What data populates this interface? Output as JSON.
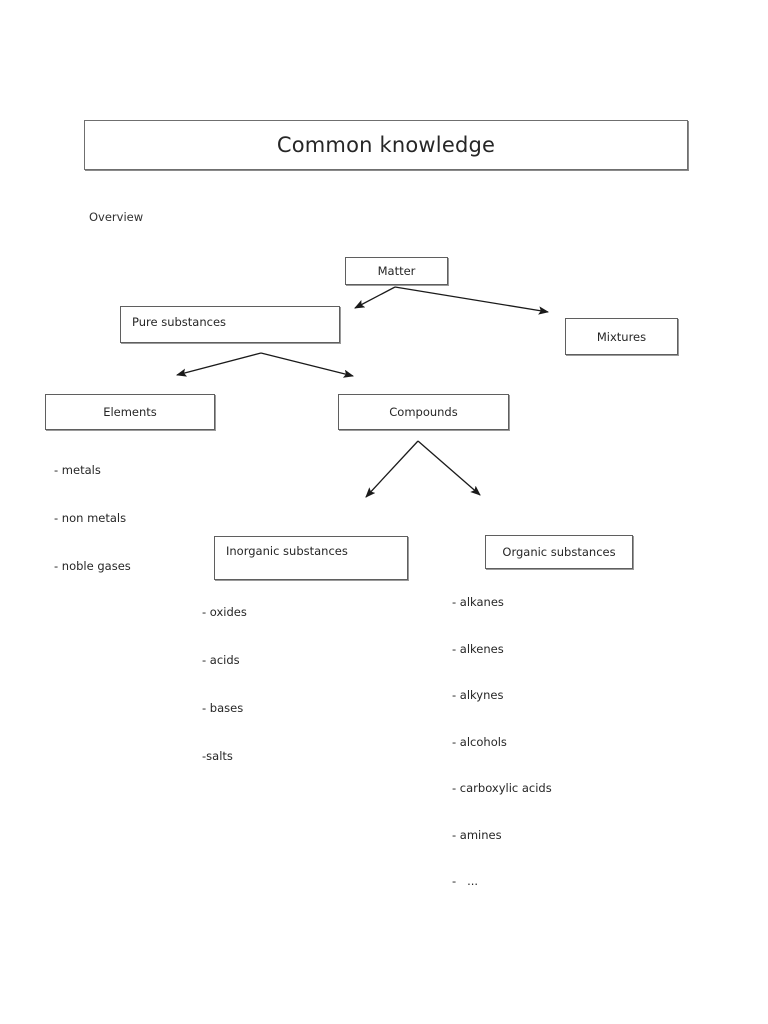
{
  "document": {
    "title": "Common knowledge",
    "section_label": "Overview"
  },
  "diagram": {
    "type": "tree-hierarchy",
    "nodes": {
      "matter": "Matter",
      "pure_substances": "Pure substances",
      "mixtures": "Mixtures",
      "elements": "Elements",
      "compounds": "Compounds",
      "inorganic": "Inorganic substances",
      "organic": "Organic substances"
    },
    "edges": [
      {
        "from": "Matter",
        "to": "Pure substances"
      },
      {
        "from": "Matter",
        "to": "Mixtures"
      },
      {
        "from": "Pure substances",
        "to": "Elements"
      },
      {
        "from": "Pure substances",
        "to": "Compounds"
      },
      {
        "from": "Compounds",
        "to": "Inorganic substances"
      },
      {
        "from": "Compounds",
        "to": "Organic substances"
      }
    ],
    "lists": {
      "elements_items": [
        "- metals",
        "- non metals",
        "- noble gases"
      ],
      "inorganic_items": [
        "- oxides",
        "- acids",
        "- bases",
        "-salts"
      ],
      "organic_items": [
        "- alkanes",
        "- alkenes",
        "- alkynes",
        "- alcohols",
        "- carboxylic acids",
        "- amines",
        "-   ..."
      ]
    }
  },
  "colors": {
    "page_background": "#ffffff",
    "text": "#262626",
    "box_border": "#5f5f5f",
    "title_border": "#6f6f6f",
    "arrow": "#1a1a1a"
  }
}
